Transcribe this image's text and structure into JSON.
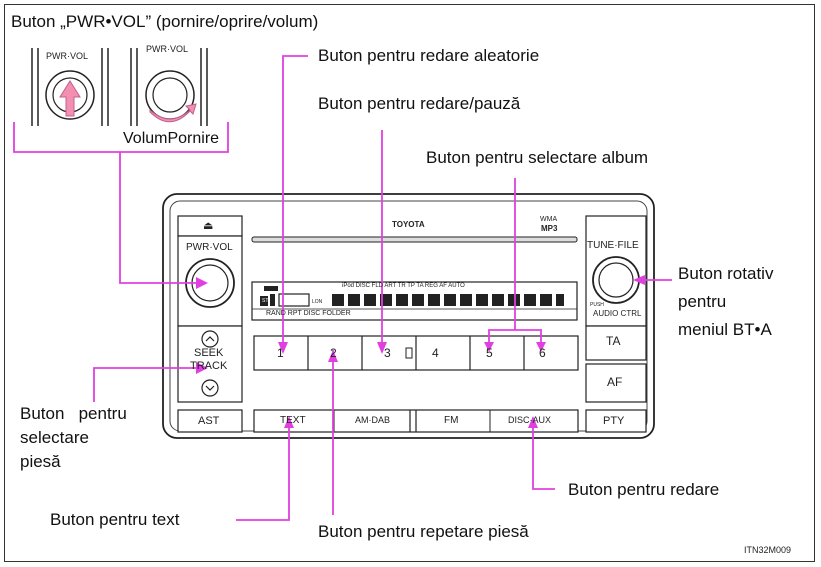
{
  "callouts": {
    "pwr_vol_title": "Buton „PWR•VOL” (pornire/oprire/volum)",
    "volum_pornire": "VolumPornire",
    "shuffle": "Buton pentru redare aleatorie",
    "play_pause": "Buton pentru redare/pauză",
    "album_select": "Buton pentru selectare album",
    "tune_file_line1": "Buton rotativ",
    "tune_file_line2": "pentru",
    "tune_file_line3": "meniul BT•A",
    "track_select_line1": "Buton   pentru",
    "track_select_line2": "selectare",
    "track_select_line3": "piesă",
    "playback": "Buton pentru redare",
    "text_button": "Buton pentru text",
    "repeat": "Buton pentru repetare piesă"
  },
  "radio": {
    "brand": "TOYOTA",
    "mp3_badge_line1": "WMA",
    "mp3_badge_line2": "MP3",
    "pwr_vol": "PWR·VOL",
    "tune_file": "TUNE·FILE",
    "push_audio_ctrl": "AUDIO CTRL",
    "push": "PUSH",
    "seek": "SEEK",
    "track": "TRACK",
    "ta": "TA",
    "af": "AF",
    "ast": "AST",
    "pty": "PTY",
    "text": "TEXT",
    "am_dab": "AM·DAB",
    "fm": "FM",
    "disc_aux": "DISC·AUX",
    "eject": "⏏",
    "presets": [
      "1",
      "2",
      "3",
      "4",
      "5",
      "6"
    ],
    "lcd_top": "iPod DISC   FLD ART   TR      TP TA REG AF AUTO",
    "lcd_bottom": "RAND     RPT      DISC        FOLDER",
    "lcd_lon": "LON",
    "lcd_st": "ST"
  },
  "knob_inset": {
    "label_left": "PWR·VOL",
    "label_right": "PWR·VOL"
  },
  "figure_code": "ITN32M009",
  "colors": {
    "callout_line": "#e040e0",
    "arrow_fill": "#f48fb1"
  }
}
